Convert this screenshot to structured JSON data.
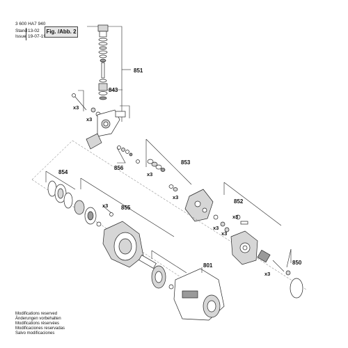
{
  "header": {
    "part_number": "3 600 HA7 940",
    "stand_label": "Stand",
    "stand_value": "13-02",
    "issue_label": "Issue",
    "issue_value": "19-07-19",
    "figure_label": "Fig. /Abb. 2"
  },
  "callouts": {
    "c851": "851",
    "c843": "843",
    "c856": "856",
    "c853": "853",
    "c854": "854",
    "c855": "855",
    "c852": "852",
    "c801": "801",
    "c850": "850"
  },
  "quantities": {
    "x3": "x3"
  },
  "footer": {
    "notes": [
      "Modifications reserved",
      "Änderungen vorbehalten",
      "Modifications réservées",
      "Modificaciones reservadas",
      "Salvo modificaciones"
    ]
  }
}
